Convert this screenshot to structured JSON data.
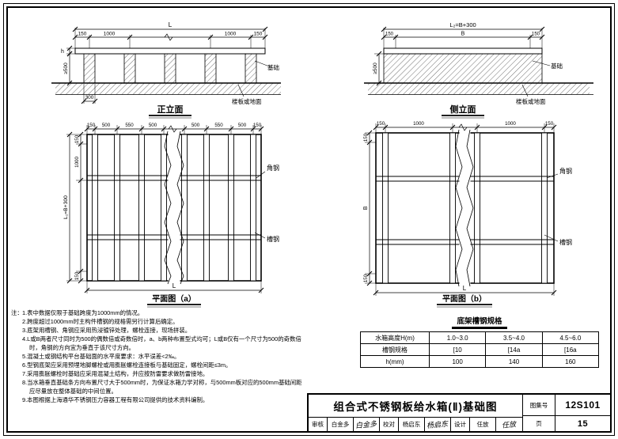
{
  "elevations": {
    "front": {
      "title": "正立面",
      "overall_dim": "L",
      "chain": [
        "150",
        "1000",
        "1000",
        "150"
      ],
      "channel_height_dim": "h",
      "foundation_height_dim": "≥500",
      "strip_width_dim": "300",
      "foundation_label": "基础",
      "floor_label": "楼板或地面"
    },
    "side": {
      "title": "侧立面",
      "overall_dim": "L₂=B+300",
      "chain": [
        "150",
        "B",
        "150"
      ],
      "foundation_height_dim": "≥500",
      "foundation_label": "基础",
      "floor_label": "楼板或地面"
    }
  },
  "plans": {
    "a": {
      "title": "平面图（a）",
      "top_chain": [
        "150",
        "500",
        "550",
        "500",
        "500",
        "550",
        "500",
        "150"
      ],
      "left_chain": [
        "150",
        "1000",
        "150"
      ],
      "left_overall": "L₁=B+300",
      "bottom_overall": "L",
      "angle_label": "角钢",
      "channel_label": "槽钢"
    },
    "b": {
      "title": "平面图（b）",
      "top_chain": [
        "150",
        "1000",
        "1000",
        "150"
      ],
      "left_chain": [
        "150",
        "B",
        "150"
      ],
      "bottom_overall": "L",
      "angle_label": "角钢",
      "channel_label": "槽钢"
    }
  },
  "spec_table": {
    "title": "底架槽钢规格",
    "rows": [
      [
        "水箱高度H(m)",
        "1.0~3.0",
        "3.5~4.0",
        "4.5~6.0"
      ],
      [
        "槽钢规格",
        "[10",
        "[14a",
        "[16a"
      ],
      [
        "h(mm)",
        "100",
        "140",
        "160"
      ]
    ]
  },
  "notes": {
    "prefix": "注：",
    "items": [
      "1.表中数据仅限于基础跨度为1000mm的情况。",
      "2.跨度超过1000mm时主构件槽钢的规格需另行计算后确定。",
      "3.底架用槽钢、角钢应采用热浸镀锌处理，螺栓连接，现场拼装。",
      "4.L或B两者尺寸同时为500的偶数倍或奇数倍时，a、b两种布置型式均可；L或B仅有一个尺寸为500的奇数倍时，角钢的方向宜为垂直于该尺寸方向。",
      "5.混凝土或钢结构平台基础面的水平度要求：水平误差<2‰。",
      "6.型钢底架应采用预埋地脚螺栓或用膨胀螺栓连接板与基础固定，螺栓间距≤3m。",
      "7.采用膨胀螺栓时基础应采用混凝土结构，并应按防雷要求做防雷接地。",
      "8.当水箱垂直基础条方向布置尺寸大于500mm时，为保证水箱力学对称，与500mm板对应的500mm基础间距应尽量放在整体基础的中间位置。",
      "9.本图根据上海通华不锈钢压力容器工程有限公司提供的技术资料编制。"
    ]
  },
  "title_block": {
    "title": "组合式不锈钢板给水箱(Ⅱ)基础图",
    "atlas_label": "图集号",
    "atlas_no": "12S101",
    "page_label": "页",
    "page_no": "15",
    "reviewer_label": "审核",
    "reviewer_name": "白金多",
    "reviewer_sig": "白金多",
    "checker_label": "校对",
    "checker_name": "杨启东",
    "checker_sig": "杨启东",
    "designer_label": "设计",
    "designer_name": "任放",
    "designer_sig": "任放"
  }
}
